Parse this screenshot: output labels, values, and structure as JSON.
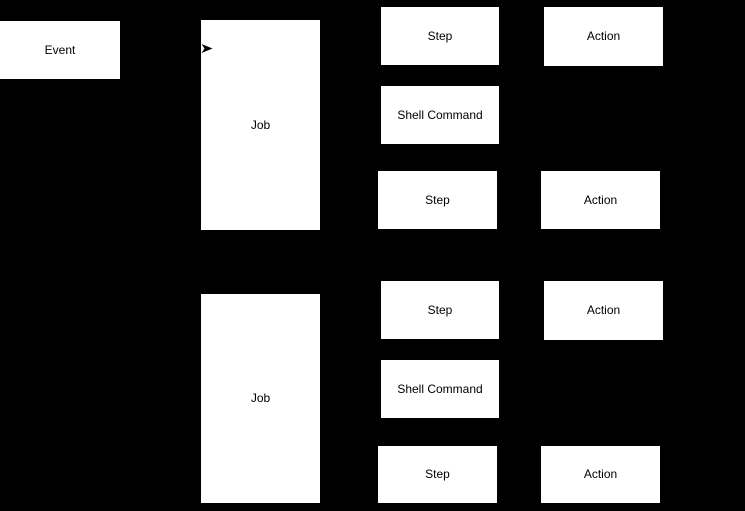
{
  "diagram": {
    "colors": {
      "background": "#000000",
      "node_fill": "#ffffff",
      "node_text": "#000000",
      "arrow": "#000000"
    },
    "nodes": {
      "event": {
        "label": "Event",
        "type": "event"
      },
      "job1": {
        "label": "Job",
        "type": "job"
      },
      "job2": {
        "label": "Job",
        "type": "job"
      },
      "step1": {
        "label": "Step",
        "type": "step"
      },
      "shell1": {
        "label": "Shell Command",
        "type": "shell-command"
      },
      "step2": {
        "label": "Step",
        "type": "step"
      },
      "step3": {
        "label": "Step",
        "type": "step"
      },
      "shell2": {
        "label": "Shell Command",
        "type": "shell-command"
      },
      "step4": {
        "label": "Step",
        "type": "step"
      },
      "action1": {
        "label": "Action",
        "type": "action"
      },
      "action2": {
        "label": "Action",
        "type": "action"
      },
      "action3": {
        "label": "Action",
        "type": "action"
      },
      "action4": {
        "label": "Action",
        "type": "action"
      }
    },
    "edges": [
      {
        "from": "event",
        "to": "job1",
        "visible_marker": "black-arrowhead-at-job1-left-edge"
      }
    ]
  }
}
